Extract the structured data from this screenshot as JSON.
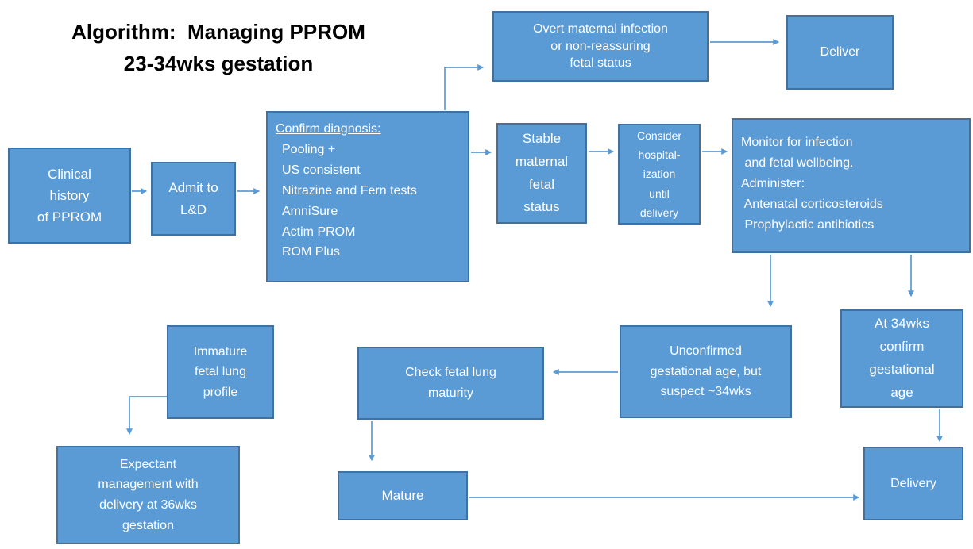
{
  "title": {
    "line1": "Algorithm:  Managing PPROM",
    "line2": "23-34wks gestation"
  },
  "colors": {
    "box_fill": "#5b9bd5",
    "box_border": "#41719c",
    "box_text": "#ffffff",
    "arrow": "#5b9bd5",
    "title_text": "#000000",
    "background": "#ffffff"
  },
  "boxes": {
    "clinical": {
      "lines": [
        "Clinical",
        "history",
        "of PPROM"
      ]
    },
    "admit": {
      "lines": [
        "Admit to",
        "L&D"
      ]
    },
    "confirm": {
      "heading": "Confirm diagnosis:",
      "items": [
        "Pooling +",
        "US consistent",
        "Nitrazine and Fern tests",
        "AmniSure",
        "Actim PROM",
        "ROM Plus"
      ]
    },
    "overt": {
      "lines": [
        "Overt maternal infection",
        "or non-reassuring",
        "fetal status"
      ]
    },
    "deliver": {
      "label": "Deliver"
    },
    "stable": {
      "lines": [
        "Stable",
        "maternal",
        "fetal",
        "status"
      ]
    },
    "consider": {
      "lines": [
        "Consider",
        "hospital-",
        "ization",
        "until",
        "delivery"
      ]
    },
    "monitor": {
      "lines": [
        "Monitor for infection",
        " and fetal wellbeing.",
        "Administer:",
        " Antenatal corticosteroids",
        " Prophylactic antibiotics"
      ]
    },
    "unconfirmed": {
      "lines": [
        "Unconfirmed",
        "gestational age, but",
        "suspect ~34wks"
      ]
    },
    "at34": {
      "lines": [
        "At 34wks",
        "confirm",
        "gestational",
        "age"
      ]
    },
    "immature": {
      "lines": [
        "Immature",
        "fetal lung",
        "profile"
      ]
    },
    "check": {
      "lines": [
        "Check fetal lung",
        "maturity"
      ]
    },
    "expectant": {
      "lines": [
        "Expectant",
        "management with",
        "delivery at 36wks",
        "gestation"
      ]
    },
    "mature": {
      "label": "Mature"
    },
    "delivery": {
      "label": "Delivery"
    }
  }
}
